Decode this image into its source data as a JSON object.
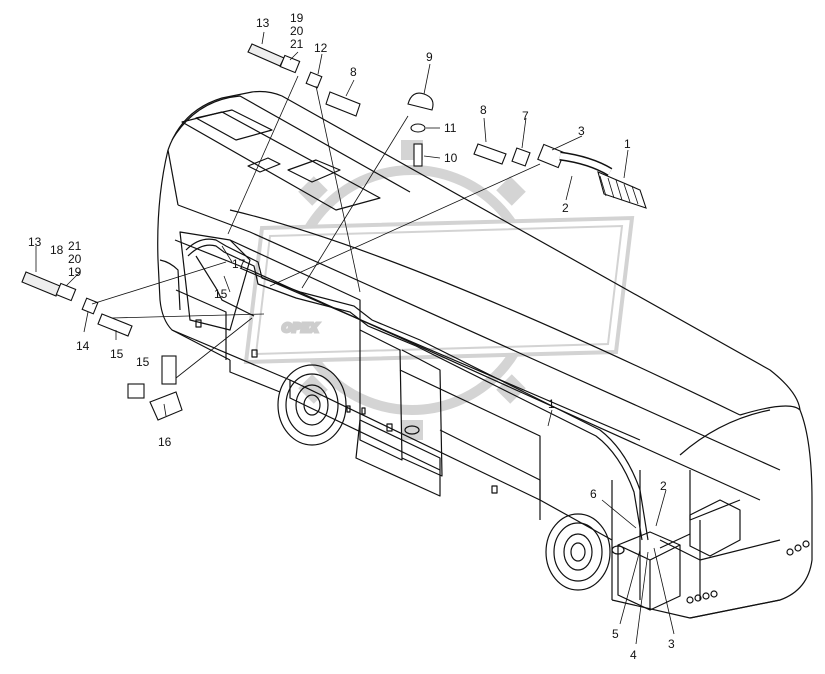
{
  "watermark": {
    "text": "OPEX",
    "color": "#d9d9d9"
  },
  "callouts": {
    "top_left_group": [
      "13",
      "19",
      "20",
      "21",
      "12",
      "8"
    ],
    "top_center_group": [
      "9",
      "11",
      "10"
    ],
    "top_right_group": [
      "8",
      "7",
      "3",
      "1",
      "2"
    ],
    "left_group": [
      "13",
      "18",
      "21",
      "20",
      "19",
      "14",
      "15",
      "15",
      "16"
    ],
    "bus_labels": [
      "17",
      "15",
      "1",
      "6",
      "2",
      "5",
      "4",
      "3"
    ]
  },
  "colors": {
    "line": "#111111",
    "background": "#ffffff"
  }
}
